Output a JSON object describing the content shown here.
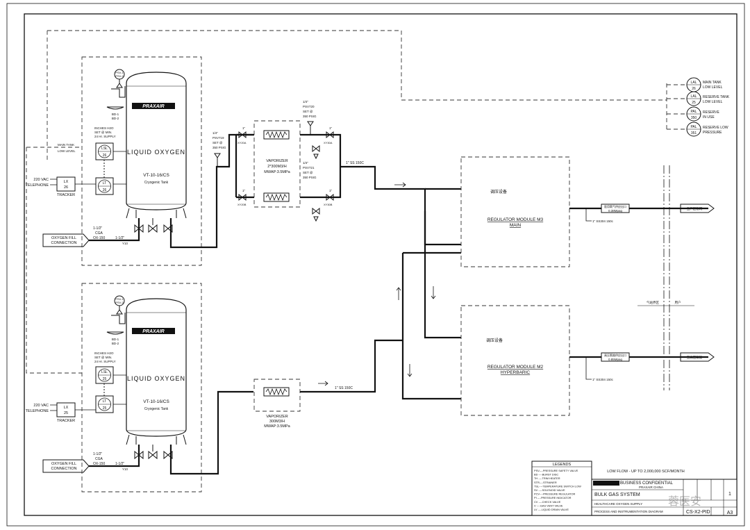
{
  "sheet": {
    "drawing_no": "CS-X2-PID",
    "size": "A3",
    "flow_note": "LOW FLOW - UP TO 2,000,000 SCF/MONTH",
    "confidential": "BUSINESS CONFIDENTIAL",
    "confidential_sub": "PRAXAIR CHINA",
    "system_title": "BULK GAS SYSTEM",
    "subtitle1": "HEALTHCARE OXYGEN SUPPLY",
    "subtitle2": "PROCESS AND INSTRUMENTATION DIAGRAM",
    "rev": "1",
    "watermark": "蓉医安"
  },
  "legend": {
    "title": "LEGENDS",
    "items": [
      "PSV----PRESSURE SAFETY VALVE",
      "BD ----BURST DISC",
      "TH ----TRIM HEATER",
      "STR----STRAINER",
      "TSL----TEMPERATURE SWITCH LOW",
      "SV ----SOLENOID VALVE",
      "PCV----PRESSURE REGULATOR",
      "PI ----PRESSURE INDICATOR",
      "CV ----CHECK VALVE",
      "V  ----GAS VENT VALVE",
      "LV ----LIQUID DRAIN VALVE"
    ]
  },
  "alarms": [
    {
      "tag": "LAL",
      "num": "26",
      "label1": "MAIN TANK",
      "label2": "LOW LEVEL"
    },
    {
      "tag": "LAL",
      "num": "25",
      "label1": "RESERVE TANK",
      "label2": "LOW LEVEL"
    },
    {
      "tag": "PAL",
      "num": "350",
      "label1": "RESERVE",
      "label2": "IN USE"
    },
    {
      "tag": "PAL",
      "num": "351",
      "label1": "RESERVE LOW",
      "label2": "PRESSURE"
    }
  ],
  "tanks": [
    {
      "brand": "PRAXAIR",
      "label": "LIQUID   OXYGEN",
      "model": "VT-10-16/CS",
      "type": "Cryogenic Tank",
      "psv": "PSV-1",
      "psv2": "PSV-2",
      "bd": "BD-1",
      "bd2": "BD-2",
      "level_note1": "INCHES H2O",
      "level_note2": "SET @ MIN.",
      "level_note3": "24 Hr. SUPPLY",
      "lsl": "LSL",
      "lsl_num": "26",
      "lt": "LT",
      "lt_num": "26",
      "lx": "LX",
      "lx_num": "26",
      "tracker": "TRACKER",
      "power": "220 VAC",
      "phone": "TELEPHONE",
      "fill": "OXYGEN FILL",
      "fill2": "CONNECTION",
      "pipe1": "1-1/2\"",
      "pipe2": "CGA",
      "pipe3": "OX-150",
      "pipe4": "1-1/2\"",
      "y": "Y10",
      "main_tank": "MAIN TANK",
      "low_level": "LOW LEVEL"
    },
    {
      "brand": "PRAXAIR",
      "label": "LIQUID   OXYGEN",
      "model": "VT-10-16/CS",
      "type": "Cryogenic Tank",
      "psv": "PSV-1",
      "psv2": "PSV-2",
      "bd": "BD-1",
      "bd2": "BD-2",
      "level_note1": "INCHES H2O",
      "level_note2": "SET @ MIN.",
      "level_note3": "24 Hr. SUPPLY",
      "lsl": "LSL",
      "lsl_num": "25",
      "lt": "LT",
      "lt_num": "25",
      "lx": "LX",
      "lx_num": "25",
      "tracker": "TRACKER",
      "power": "220 VAC",
      "phone": "TELEPHONE",
      "fill": "OXYGEN FILL",
      "fill2": "CONNECTION",
      "pipe1": "1-1/2\"",
      "pipe2": "CGA",
      "pipe3": "OX-150",
      "pipe4": "1-1/2\"",
      "y": "Y10"
    }
  ],
  "vaporizer_main": {
    "name": "VAPORIZER",
    "cap": "2*300M3/H",
    "mawp": "MWAP:3.5MPa",
    "psv_top_size": "1/4\"",
    "psv_top_tag": "PSV720",
    "psv_top_set": "SET @",
    "psv_top_psi": "350 PSIG",
    "psv_mid_size": "1/4\"",
    "psv_mid_tag": "PSV721",
    "psv_mid_set": "SET @",
    "psv_mid_psi": "350 PSIG",
    "psv_in_size": "1/4\"",
    "psv_in_tag": "PSV719",
    "psv_in_set": "SET @",
    "psv_in_psi": "350 PSIG",
    "v1": "XY20A",
    "v2": "XY20B",
    "v3": "XY30A",
    "v4": "XY30B",
    "one_inch": "1\"",
    "pipe_out": "1\" SS 150C"
  },
  "vaporizer_reserve": {
    "name": "VAPORIZER",
    "cap": "300M3/H",
    "mawp": "MWAP:3.5MPa",
    "pipe_out": "1\" SS 150C"
  },
  "regulators": [
    {
      "cn": "调压设备",
      "title": "REGULATOR MODULE M3",
      "sub": "MAIN",
      "out_cn": "医用氧气供应出口",
      "out_p": "0.38Mpag",
      "pipe": "1\" SS304 150c",
      "dest": "至厂区管网"
    },
    {
      "cn": "调压设备",
      "title": "REGULATOR MODULE M2",
      "sub": "HYPERBARIC",
      "out_cn": "高压氧舱供应出口",
      "out_p": "0.85Mpag",
      "pipe": "1\" SS304 150c",
      "dest": "至高压氧舱"
    }
  ],
  "boundary": {
    "left": "气站界区",
    "right": "用户"
  },
  "colors": {
    "ink": "#111111",
    "paper": "#ffffff"
  }
}
